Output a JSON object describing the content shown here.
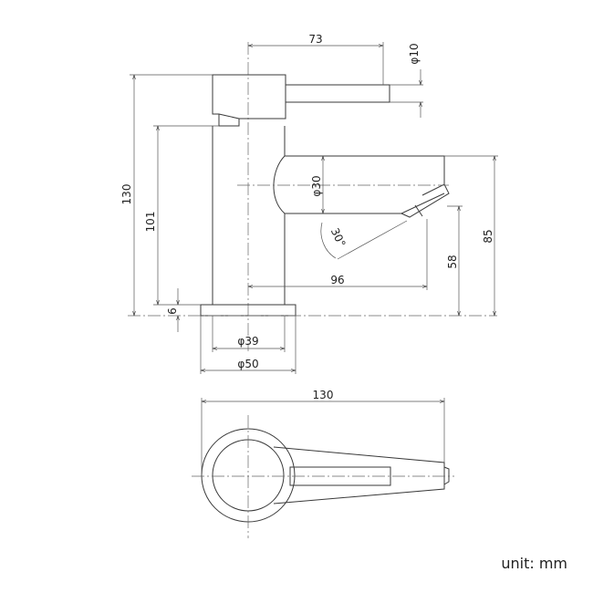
{
  "dimensions": {
    "lever_length": "73",
    "lever_diameter": "φ10",
    "total_height": "130",
    "body_height": "101",
    "base_height": "6",
    "spout_diameter": "φ30",
    "spout_angle": "30°",
    "spout_reach": "96",
    "spout_outlet_height": "58",
    "spout_top_height": "85",
    "body_diameter": "φ39",
    "base_diameter": "φ50",
    "plan_length": "130"
  },
  "unit_label": "unit: mm"
}
